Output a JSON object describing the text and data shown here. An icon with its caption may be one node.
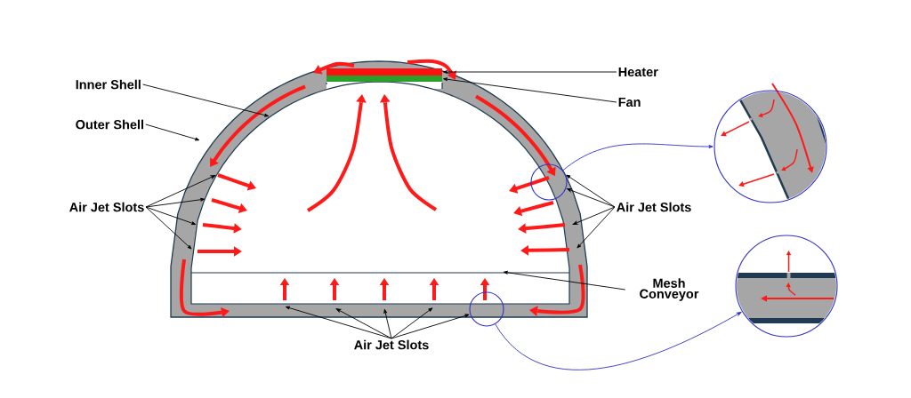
{
  "diagram": {
    "nodes": [
      {
        "text": [
          "Heater"
        ]
      },
      {
        "text": [
          "Fan"
        ]
      },
      {
        "text": [
          "Inner Shell"
        ]
      },
      {
        "text": [
          "Outer Shell"
        ]
      },
      {
        "text": [
          "Air Jet Slots"
        ]
      },
      {
        "text": [
          "Air Jet Slots"
        ]
      },
      {
        "text": [
          "Mesh Conveyor"
        ]
      },
      {
        "text": [
          "Air Jet Slots"
        ]
      },
      {
        "text": [],
        "shape": "bar"
      },
      {
        "text": [],
        "shape": "bar"
      },
      {
        "text": [],
        "shape": "circle"
      },
      {
        "text": [],
        "shape": "circle"
      },
      {
        "text": [],
        "shape": "circle"
      },
      {
        "text": [],
        "shape": "circle"
      }
    ],
    "edges": [
      {
        "from": 0,
        "to": 8,
        "arrow": "to"
      },
      {
        "from": 1,
        "to": 9,
        "arrow": "to"
      },
      {
        "from": 2,
        "to": null,
        "arrow": "to"
      },
      {
        "from": 3,
        "to": null,
        "arrow": "to"
      },
      {
        "from": 4,
        "to": null,
        "arrow": "to"
      },
      {
        "from": 4,
        "to": null,
        "arrow": "to"
      },
      {
        "from": 4,
        "to": null,
        "arrow": "to"
      },
      {
        "from": 4,
        "to": null,
        "arrow": "to"
      },
      {
        "from": 5,
        "to": 10,
        "arrow": "to"
      },
      {
        "from": 5,
        "to": 10,
        "arrow": "to"
      },
      {
        "from": 5,
        "to": null,
        "arrow": "to"
      },
      {
        "from": 5,
        "to": null,
        "arrow": "to"
      },
      {
        "from": 6,
        "to": null,
        "arrow": "to"
      },
      {
        "from": 7,
        "to": null,
        "arrow": "to"
      },
      {
        "from": 7,
        "to": null,
        "arrow": "to"
      },
      {
        "from": 7,
        "to": null,
        "arrow": "to"
      },
      {
        "from": 7,
        "to": null,
        "arrow": "to"
      },
      {
        "from": 7,
        "to": 12,
        "arrow": "to"
      },
      {
        "from": 10,
        "to": 11,
        "arrow": "to",
        "color": "#3030c8"
      },
      {
        "from": 12,
        "to": 13,
        "arrow": "to",
        "color": "#3030c8"
      }
    ]
  }
}
